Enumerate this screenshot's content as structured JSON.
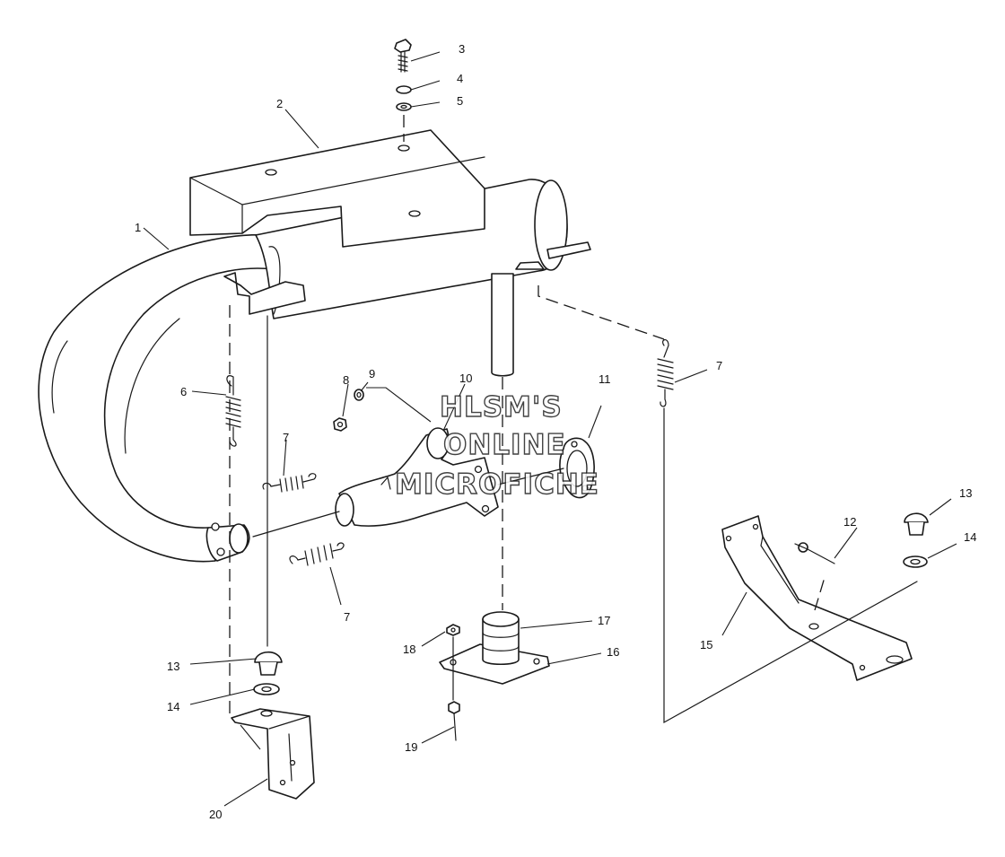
{
  "watermark": {
    "line1": "HLSM'S",
    "line2": "ONLINE",
    "line3": "MICROFICHE"
  },
  "callouts": [
    "1",
    "2",
    "3",
    "4",
    "5",
    "6",
    "7",
    "7",
    "7",
    "8",
    "9",
    "10",
    "11",
    "12",
    "13",
    "13",
    "14",
    "14",
    "15",
    "16",
    "17",
    "18",
    "19",
    "20"
  ]
}
